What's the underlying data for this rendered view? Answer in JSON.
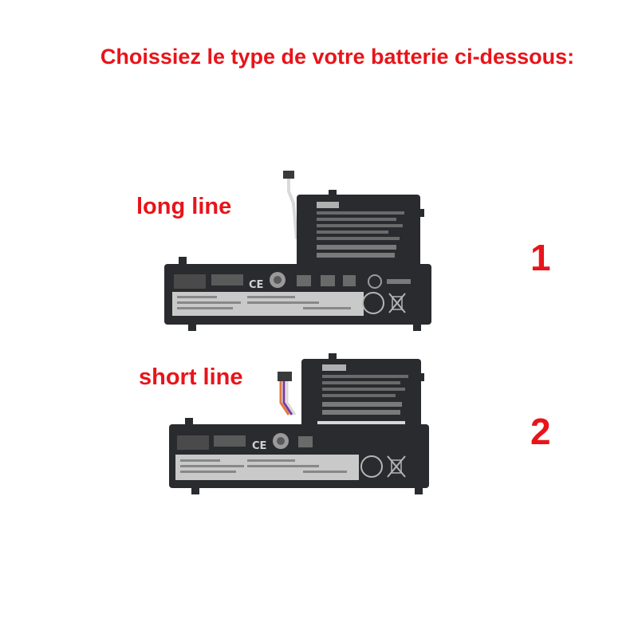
{
  "header": {
    "title": "Choissiez le type de votre batterie ci-dessous:"
  },
  "options": [
    {
      "label": "long line",
      "number": "1"
    },
    {
      "label": "short line",
      "number": "2"
    }
  ],
  "colors": {
    "accent": "#e8141a",
    "battery_body": "#2a2b2e",
    "battery_label": "#c9c9c9",
    "connector_wire": "#e07a3a"
  }
}
